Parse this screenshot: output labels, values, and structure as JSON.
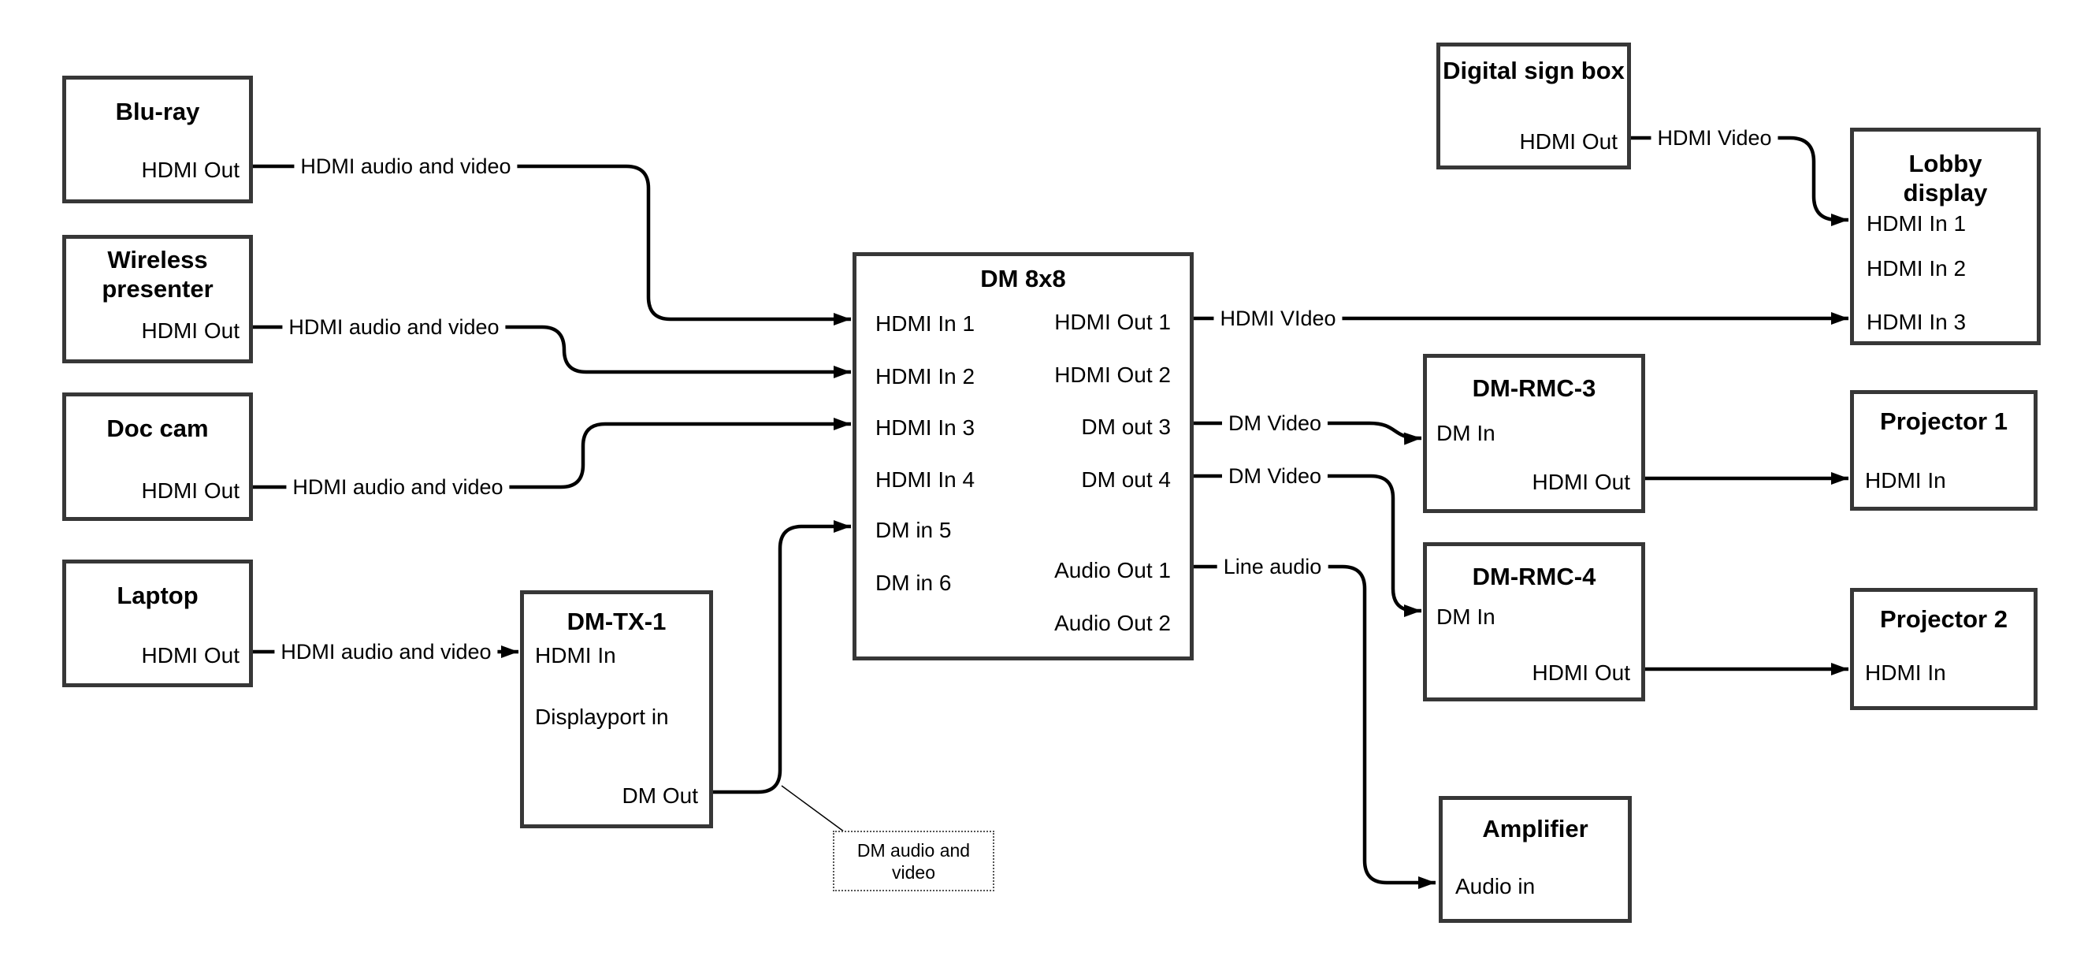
{
  "nodes": {
    "bluray": {
      "title": "Blu-ray",
      "port_out": "HDMI Out"
    },
    "wireless_presenter": {
      "title": "Wireless presenter",
      "port_out": "HDMI Out"
    },
    "doc_cam": {
      "title": "Doc cam",
      "port_out": "HDMI Out"
    },
    "laptop": {
      "title": "Laptop",
      "port_out": "HDMI Out"
    },
    "dm_tx_1": {
      "title": "DM-TX-1",
      "port_hdmi_in": "HDMI In",
      "port_dp_in": "Displayport in",
      "port_dm_out": "DM Out"
    },
    "dm_8x8": {
      "title": "DM 8x8",
      "in1": "HDMI In 1",
      "in2": "HDMI In 2",
      "in3": "HDMI In 3",
      "in4": "HDMI In 4",
      "in5": "DM in 5",
      "in6": "DM in 6",
      "out1": "HDMI Out 1",
      "out2": "HDMI Out 2",
      "out3": "DM out 3",
      "out4": "DM out 4",
      "aout1": "Audio Out 1",
      "aout2": "Audio Out 2"
    },
    "digital_sign_box": {
      "title": "Digital sign box",
      "port_out": "HDMI Out"
    },
    "lobby_display": {
      "title": "Lobby display",
      "in1": "HDMI In 1",
      "in2": "HDMI In 2",
      "in3": "HDMI In 3"
    },
    "dm_rmc_3": {
      "title": "DM-RMC-3",
      "port_dm_in": "DM In",
      "port_hdmi_out": "HDMI Out"
    },
    "dm_rmc_4": {
      "title": "DM-RMC-4",
      "port_dm_in": "DM In",
      "port_hdmi_out": "HDMI Out"
    },
    "projector_1": {
      "title": "Projector 1",
      "port_in": "HDMI In"
    },
    "projector_2": {
      "title": "Projector 2",
      "port_in": "HDMI In"
    },
    "amplifier": {
      "title": "Amplifier",
      "port_in": "Audio in"
    }
  },
  "edge_labels": {
    "bluray_to_dm": "HDMI audio and video",
    "wireless_to_dm": "HDMI audio and video",
    "doccam_to_dm": "HDMI audio and video",
    "laptop_to_tx": "HDMI audio and video",
    "out1_to_lobby": "HDMI VIdeo",
    "sign_to_lobby": "HDMI Video",
    "out3_to_rmc3": "DM Video",
    "out4_to_rmc4": "DM Video",
    "audio1_to_amp": "Line audio",
    "callout_dm_av": "DM audio and video"
  },
  "colors": {
    "wire": "#000000",
    "box_border": "#373737",
    "callout_border": "#555555",
    "background": "#ffffff",
    "text": "#000000"
  }
}
